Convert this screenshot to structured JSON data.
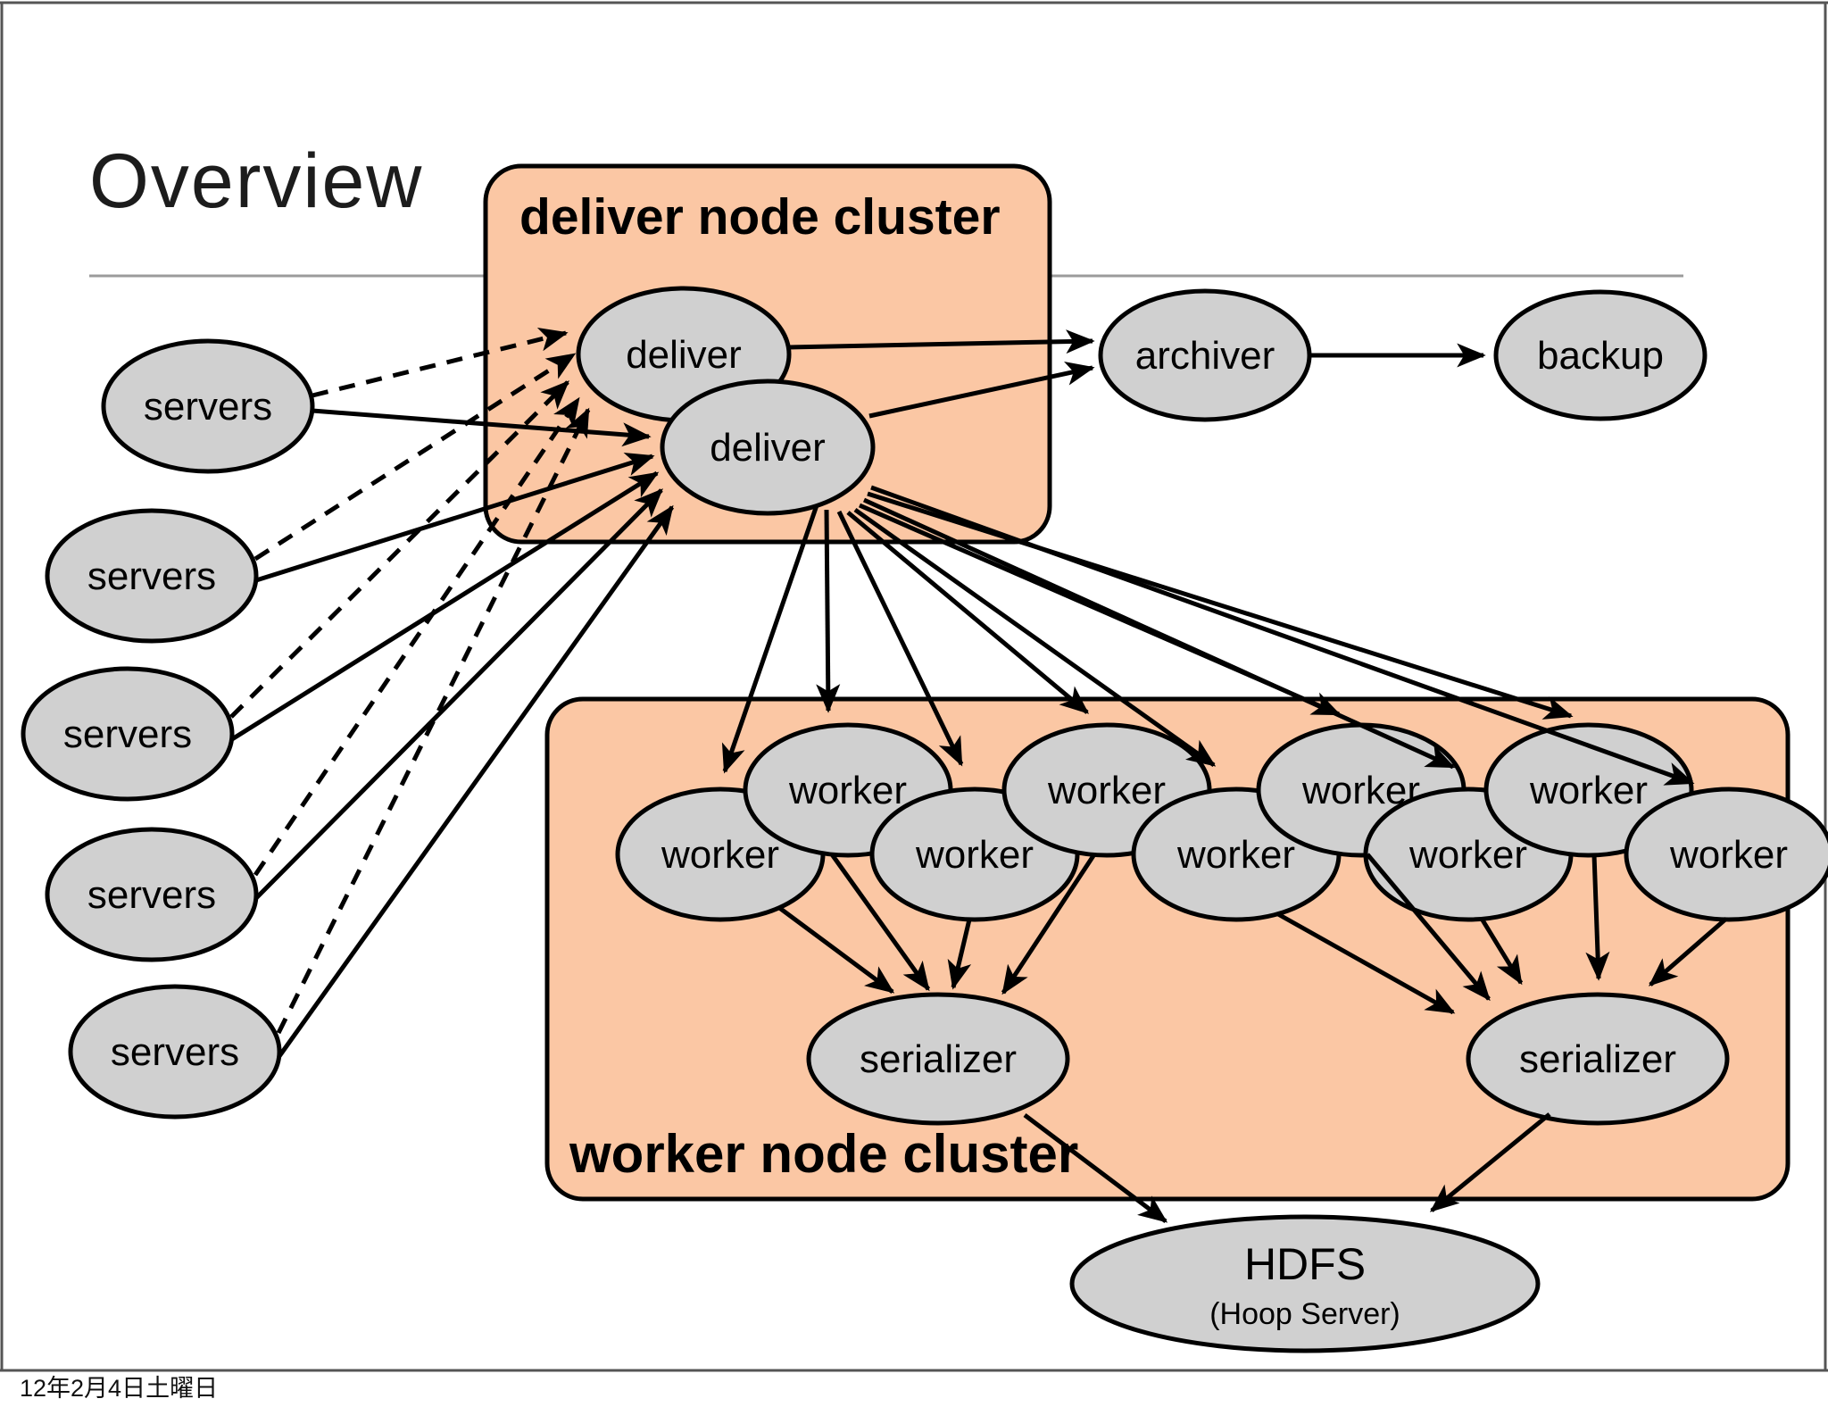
{
  "slide": {
    "title": "Overview",
    "footer_date": "12年2月4日土曜日"
  },
  "clusters": {
    "deliver": {
      "label": "deliver node cluster"
    },
    "worker": {
      "label": "worker node cluster"
    }
  },
  "nodes": {
    "servers": {
      "label": "servers",
      "count": 5
    },
    "deliver": {
      "label": "deliver",
      "count": 2
    },
    "archiver": {
      "label": "archiver"
    },
    "backup": {
      "label": "backup"
    },
    "worker": {
      "label": "worker",
      "count": 9
    },
    "serializer": {
      "label": "serializer",
      "count": 2
    },
    "hdfs": {
      "label": "HDFS",
      "sublabel": "(Hoop Server)"
    }
  },
  "colors": {
    "cluster_fill": "#fbc7a4",
    "node_fill": "#d0d0d0",
    "outline": "#000000",
    "slide_border": "#555555",
    "divider": "#9b9b9b",
    "background": "#ffffff",
    "text": "#000000"
  },
  "edges": [
    {
      "from": "servers-1",
      "to": "deliver-1",
      "style": "dashed"
    },
    {
      "from": "servers-2",
      "to": "deliver-1",
      "style": "dashed"
    },
    {
      "from": "servers-3",
      "to": "deliver-1",
      "style": "dashed"
    },
    {
      "from": "servers-4",
      "to": "deliver-1",
      "style": "dashed"
    },
    {
      "from": "servers-5",
      "to": "deliver-1",
      "style": "dashed"
    },
    {
      "from": "servers-1",
      "to": "deliver-2",
      "style": "solid"
    },
    {
      "from": "servers-2",
      "to": "deliver-2",
      "style": "solid"
    },
    {
      "from": "servers-3",
      "to": "deliver-2",
      "style": "solid"
    },
    {
      "from": "servers-4",
      "to": "deliver-2",
      "style": "solid"
    },
    {
      "from": "servers-5",
      "to": "deliver-2",
      "style": "solid"
    },
    {
      "from": "deliver-1",
      "to": "archiver",
      "style": "solid"
    },
    {
      "from": "deliver-2",
      "to": "archiver",
      "style": "solid"
    },
    {
      "from": "archiver",
      "to": "backup",
      "style": "solid"
    },
    {
      "from": "deliver-2",
      "to": "worker-1",
      "style": "solid"
    },
    {
      "from": "deliver-2",
      "to": "worker-2",
      "style": "solid"
    },
    {
      "from": "deliver-2",
      "to": "worker-3",
      "style": "solid"
    },
    {
      "from": "deliver-2",
      "to": "worker-4",
      "style": "solid"
    },
    {
      "from": "deliver-2",
      "to": "worker-5",
      "style": "solid"
    },
    {
      "from": "deliver-2",
      "to": "worker-6",
      "style": "solid"
    },
    {
      "from": "deliver-2",
      "to": "worker-7",
      "style": "solid"
    },
    {
      "from": "deliver-2",
      "to": "worker-8",
      "style": "solid"
    },
    {
      "from": "deliver-2",
      "to": "worker-9",
      "style": "solid"
    },
    {
      "from": "worker-1",
      "to": "serializer-1",
      "style": "solid"
    },
    {
      "from": "worker-2",
      "to": "serializer-1",
      "style": "solid"
    },
    {
      "from": "worker-3",
      "to": "serializer-1",
      "style": "solid"
    },
    {
      "from": "worker-4",
      "to": "serializer-1",
      "style": "solid"
    },
    {
      "from": "worker-5",
      "to": "serializer-2",
      "style": "solid"
    },
    {
      "from": "worker-6",
      "to": "serializer-2",
      "style": "solid"
    },
    {
      "from": "worker-7",
      "to": "serializer-2",
      "style": "solid"
    },
    {
      "from": "worker-8",
      "to": "serializer-2",
      "style": "solid"
    },
    {
      "from": "worker-9",
      "to": "serializer-2",
      "style": "solid"
    },
    {
      "from": "serializer-1",
      "to": "hdfs",
      "style": "solid"
    },
    {
      "from": "serializer-2",
      "to": "hdfs",
      "style": "solid"
    }
  ]
}
